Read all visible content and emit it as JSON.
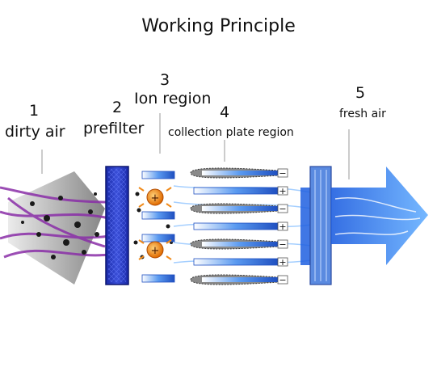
{
  "title": "Working Principle",
  "stages": [
    {
      "number": "1",
      "label": "dirty air"
    },
    {
      "number": "2",
      "label": "prefilter"
    },
    {
      "number": "3",
      "label": "Ion region"
    },
    {
      "number": "4",
      "label": "collection plate region"
    },
    {
      "number": "5",
      "label": "fresh air"
    }
  ],
  "plate_signs": [
    "−",
    "+",
    "−",
    "+",
    "−",
    "+",
    "−"
  ],
  "ion_sign": "+",
  "colors": {
    "filter_blue": "#1f2fb8",
    "plate_blue": "#2f6fe0",
    "fresh_air_blue": "#3d8cf0",
    "dirty_air_purple": "#8a2ea8",
    "ion_orange": "#f08a1a"
  }
}
